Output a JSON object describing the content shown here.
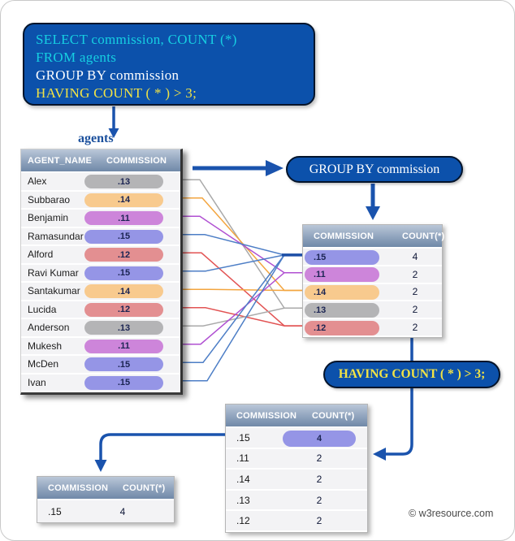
{
  "sql_box": {
    "lines": [
      {
        "text": "SELECT commission, COUNT (*)",
        "color": "cyan"
      },
      {
        "text": "FROM agents",
        "color": "cyan"
      },
      {
        "text": "GROUP BY commission",
        "color": "white"
      },
      {
        "text": "HAVING COUNT ( * ) > 3;",
        "color": "yellow"
      }
    ]
  },
  "group_by_label": "GROUP BY commission",
  "having_label": "HAVING COUNT ( * ) > 3;",
  "agents_table": {
    "title": "agents",
    "headers": [
      "AGENT_NAME",
      "COMMISSION"
    ],
    "rows": [
      [
        "Alex",
        ".13"
      ],
      [
        "Subbarao",
        ".14"
      ],
      [
        "Benjamin",
        ".11"
      ],
      [
        "Ramasundar",
        ".15"
      ],
      [
        "Alford",
        ".12"
      ],
      [
        "Ravi Kumar",
        ".15"
      ],
      [
        "Santakumar",
        ".14"
      ],
      [
        "Lucida",
        ".12"
      ],
      [
        "Anderson",
        ".13"
      ],
      [
        "Mukesh",
        ".11"
      ],
      [
        "McDen",
        ".15"
      ],
      [
        "Ivan",
        ".15"
      ]
    ]
  },
  "grouped_table": {
    "headers": [
      "COMMISSION",
      "COUNT(*)"
    ],
    "rows": [
      [
        ".15",
        "4"
      ],
      [
        ".11",
        "2"
      ],
      [
        ".14",
        "2"
      ],
      [
        ".13",
        "2"
      ],
      [
        ".12",
        "2"
      ]
    ]
  },
  "having_table": {
    "headers": [
      "COMMISSION",
      "COUNT(*)"
    ],
    "rows": [
      [
        ".15",
        "4"
      ],
      [
        ".11",
        "2"
      ],
      [
        ".14",
        "2"
      ],
      [
        ".13",
        "2"
      ],
      [
        ".12",
        "2"
      ]
    ],
    "highlight_row": 0
  },
  "result_table": {
    "headers": [
      "COMMISSION",
      "COUNT(*)"
    ],
    "rows": [
      [
        ".15",
        "4"
      ]
    ]
  },
  "colors": {
    "accent_blue": "#1a53ad",
    "box_fill": "#0c51ab",
    "box_border": "#03142b",
    "cyan_text": "#16cfe2",
    "yellow_text": "#f2e345",
    "merge_line": "#1c4ea6",
    "value_styles": {
      ".15": {
        "pill": "#9595e6",
        "line": "#4d7ec6"
      },
      ".11": {
        "pill": "#cd85da",
        "line": "#b050d2"
      },
      ".14": {
        "pill": "#f8ca8e",
        "line": "#f3a53f"
      },
      ".13": {
        "pill": "#b4b4b6",
        "line": "#a9a9a9"
      },
      ".12": {
        "pill": "#e38f91",
        "line": "#e25353"
      }
    }
  },
  "watermark": "© w3resource.com"
}
